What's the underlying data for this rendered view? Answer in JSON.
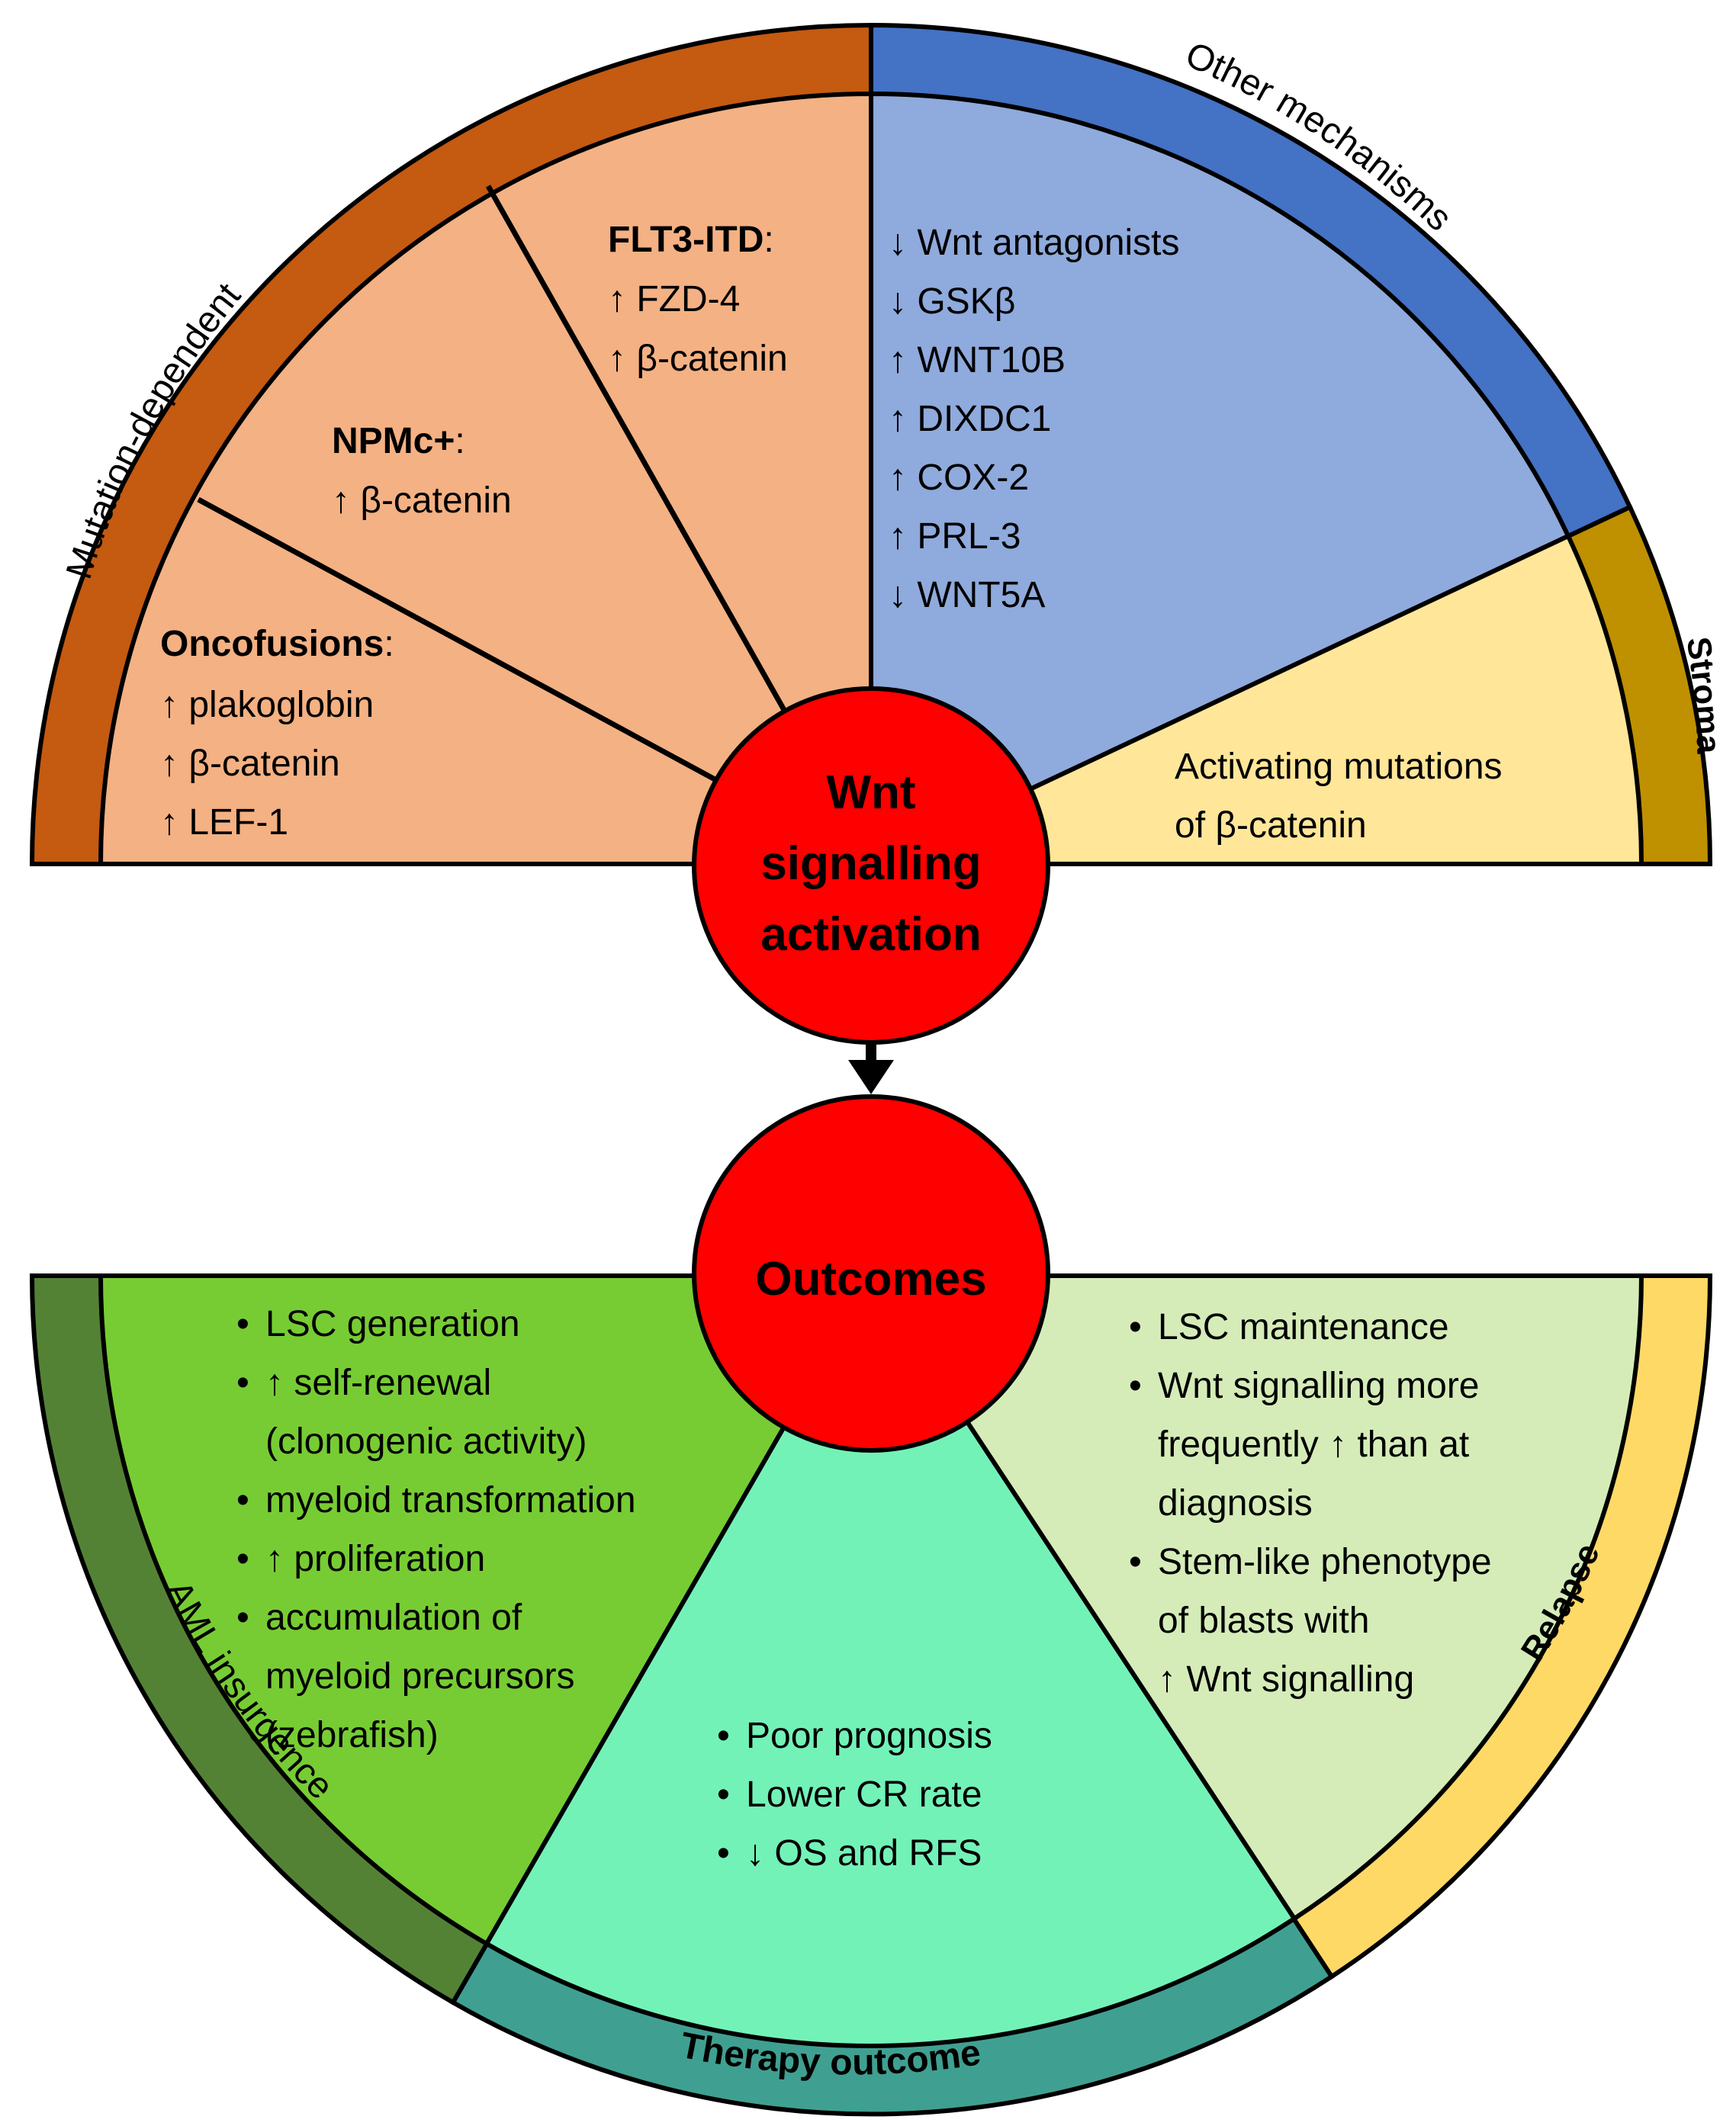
{
  "center": {
    "title_lines": [
      "Wnt",
      "signalling",
      "activation"
    ],
    "outcomes": "Outcomes"
  },
  "top": {
    "bands": {
      "mutation_dependent": "Mutation-dependent",
      "other_mechanisms": "Other mechanisms",
      "stroma": "Stroma"
    },
    "oncofusions": {
      "title": "Oncofusions",
      "colon": ":",
      "items": [
        "↑ plakoglobin",
        "↑ β-catenin",
        "↑ LEF-1"
      ]
    },
    "npmc": {
      "title": "NPMc+",
      "colon": ":",
      "items": [
        "↑ β-catenin"
      ]
    },
    "flt3": {
      "title": "FLT3-ITD",
      "colon": ":",
      "items": [
        "↑ FZD-4",
        "↑ β-catenin"
      ]
    },
    "other": {
      "items": [
        "↓ Wnt antagonists",
        "↓ GSKβ",
        "↑ WNT10B",
        "↑ DIXDC1",
        "↑ COX-2",
        "↑ PRL-3",
        "↓ WNT5A"
      ]
    },
    "stroma": {
      "lines": [
        "Activating mutations",
        "of β-catenin"
      ]
    }
  },
  "bottom": {
    "bands": {
      "aml": "AML insurgence",
      "therapy": "Therapy outcome",
      "relapse": "Relapse"
    },
    "aml": {
      "lines": [
        "•",
        "LSC generation",
        "•",
        "↑ self-renewal",
        "(clonogenic activity)",
        "•",
        "myeloid transformation",
        "•",
        "↑ proliferation",
        "•",
        "accumulation of",
        "myeloid precursors",
        "(zebrafish)"
      ]
    },
    "therapy": {
      "items": [
        "Poor prognosis",
        "Lower CR rate",
        "↓ OS and RFS"
      ]
    },
    "relapse": {
      "lines": [
        "•",
        "LSC maintenance",
        "•",
        "Wnt signalling more",
        "frequently ↑  than at",
        "diagnosis",
        "•",
        "Stem-like phenotype",
        "of blasts with",
        "↑ Wnt signalling"
      ]
    }
  }
}
